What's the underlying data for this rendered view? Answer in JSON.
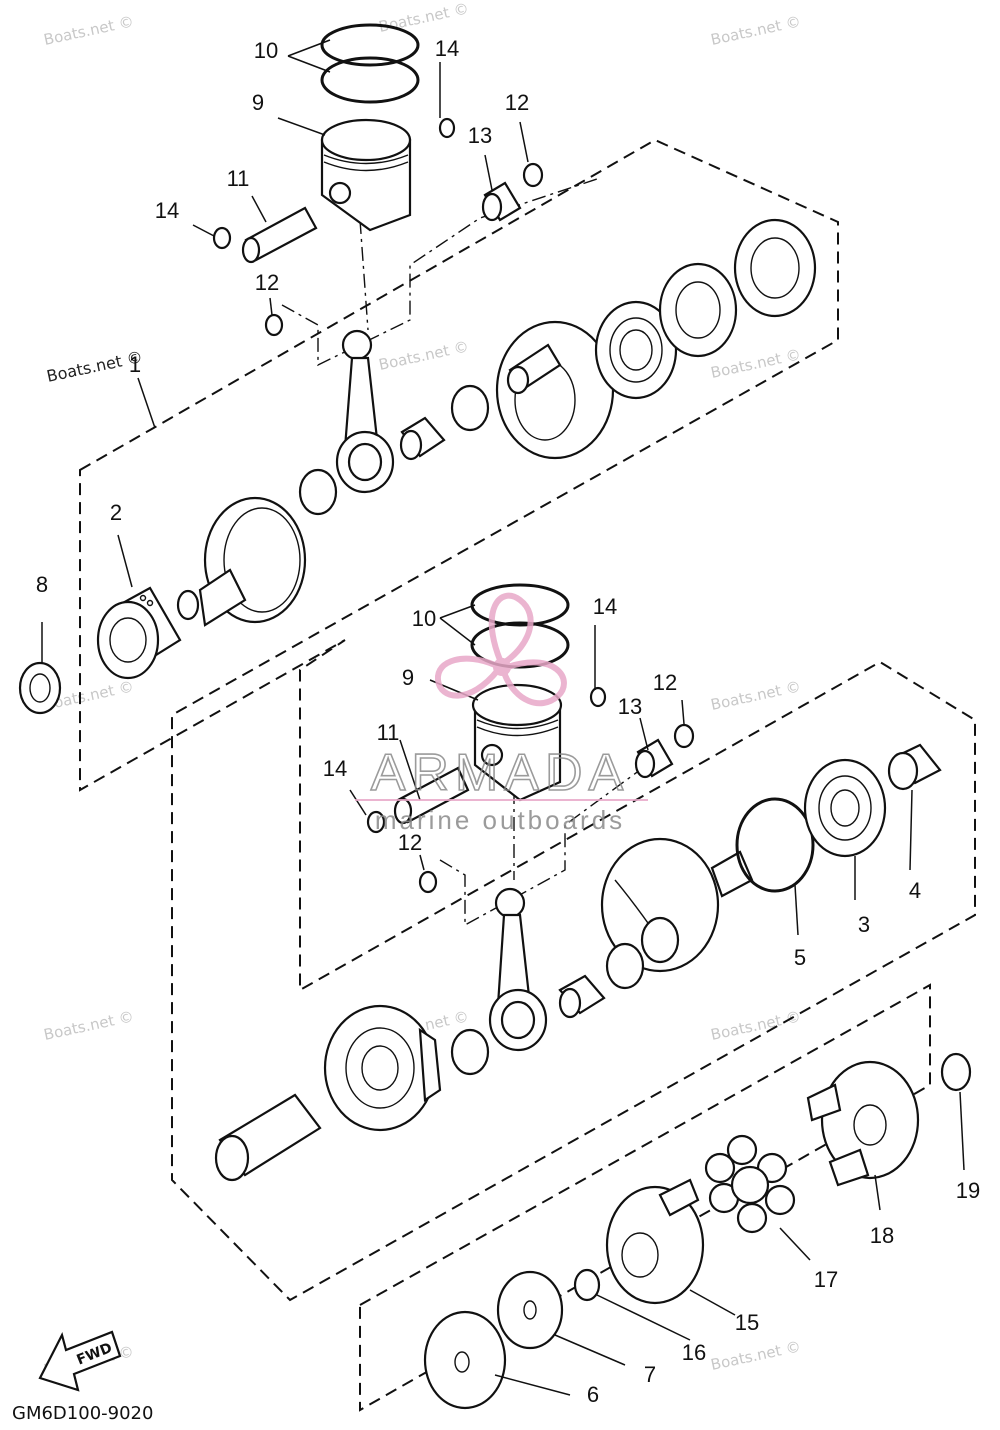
{
  "diagram_code": "GM6D100-9020",
  "fwd_label": "FWD",
  "watermark": {
    "site": "Boats.net ©",
    "brand": "ARMADA",
    "tagline": "marine outboards"
  },
  "colors": {
    "ink": "#111111",
    "watermark_gray": "#c8c8c8",
    "brand_pink": "#e8a8c8",
    "brand_gray": "#8a8a8a"
  },
  "callouts": [
    "1",
    "2",
    "3",
    "4",
    "5",
    "6",
    "7",
    "8",
    "9",
    "10",
    "11",
    "12",
    "13",
    "14",
    "15",
    "16",
    "17",
    "18",
    "19"
  ]
}
